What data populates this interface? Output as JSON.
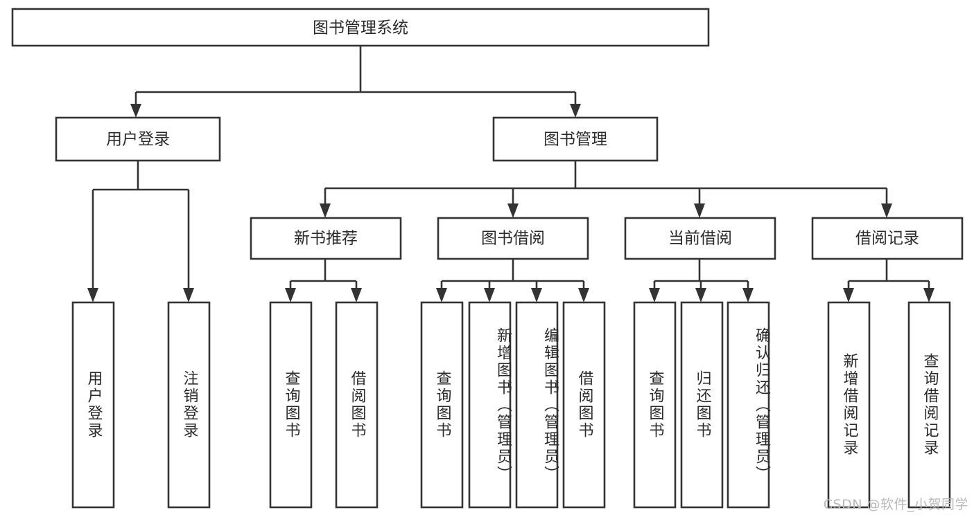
{
  "diagram": {
    "title": "图书管理系统",
    "type": "tree-hierarchy",
    "root": {
      "label": "图书管理系统"
    },
    "level2": [
      {
        "label": "用户登录"
      },
      {
        "label": "图书管理"
      }
    ],
    "level3": [
      {
        "label": "新书推荐"
      },
      {
        "label": "图书借阅"
      },
      {
        "label": "当前借阅"
      },
      {
        "label": "借阅记录"
      }
    ],
    "leaves": {
      "user_login": [
        {
          "label": "用户登录"
        },
        {
          "label": "注销登录"
        }
      ],
      "new_book_recommend": [
        {
          "label": "查询图书"
        },
        {
          "label": "借阅图书"
        }
      ],
      "book_borrow": [
        {
          "label": "查询图书"
        },
        {
          "label": "新增图书（管理员）"
        },
        {
          "label": "编辑图书（管理员）"
        },
        {
          "label": "借阅图书"
        }
      ],
      "current_borrow": [
        {
          "label": "查询图书"
        },
        {
          "label": "归还图书"
        },
        {
          "label": "确认归还（管理员）"
        }
      ],
      "borrow_record": [
        {
          "label": "新增借阅记录"
        },
        {
          "label": "查询借阅记录"
        }
      ]
    }
  },
  "watermark": {
    "text": "CSDN @软件_小贺同学"
  },
  "colors": {
    "box_border": "#333333",
    "box_fill": "#ffffff",
    "text": "#2b2b2b",
    "connector": "#333333",
    "watermark": "#b9b9b9",
    "background": "#ffffff"
  }
}
